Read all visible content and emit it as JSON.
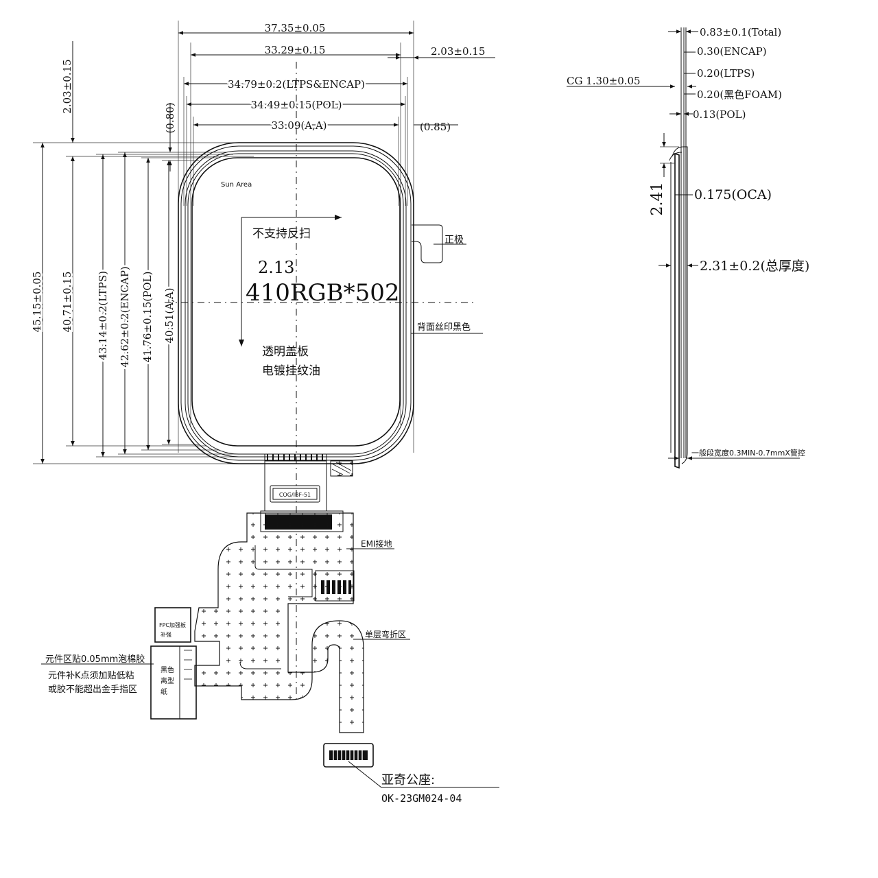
{
  "front_dims": {
    "w_total": "37.35±0.05",
    "w_cg": "33.29±0.15",
    "w_right": "2.03±0.15",
    "w_ltps": "34.79±0.2(LTPS&ENCAP)",
    "w_pol": "34.49±0.15(POL)",
    "w_aa": "33.09(A,A)",
    "w_085": "(0.85)",
    "h_top": "2.03±0.15",
    "h_080": "(0.80)",
    "h_total": "45.15±0.05",
    "h_cg": "40.71±0.15",
    "h_ltps": "43.14±0.2(LTPS)",
    "h_encap": "42.62±0.2(ENCAP)",
    "h_pol": "41.76±0.15(POL)",
    "h_aa": "40.51(A,A)"
  },
  "panel": {
    "sun_area": "Sun Area",
    "no_reverse_scan": "不支持反扫",
    "size": "2.13",
    "resolution": "410RGB*502",
    "cover_1": "透明盖板",
    "cover_2": "电镀挂纹油",
    "positive": "正极",
    "back_print": "背面丝印黑色",
    "ic_label": "COG/IBF-51"
  },
  "fpc": {
    "emi": "EMI接地",
    "single_bend": "单层弯折区",
    "stiffener_1": "FPC加强板",
    "stiffener_2": "补强",
    "release_1": "黑色",
    "release_2": "离型",
    "release_3": "纸",
    "note_1": "元件区贴0.05mm泡棉胶",
    "note_2": "元件补K点须加贴低粘",
    "note_3": "或胶不能超出金手指区",
    "connector_1": "亚奇公座:",
    "connector_2": "OK-23GM024-04"
  },
  "side_dims": {
    "total": "0.83±0.1(Total)",
    "encap": "0.30(ENCAP)",
    "ltps": "0.20(LTPS)",
    "cg": "CG 1.30±0.05",
    "foam": "0.20(黑色FOAM)",
    "pol": "0.13(POL)",
    "h241": "2.41",
    "oca": "0.175(OCA)",
    "thickness": "2.31±0.2(总厚度)",
    "edge_note": "一般段宽度0.3MIN-0.7mmX管控"
  }
}
